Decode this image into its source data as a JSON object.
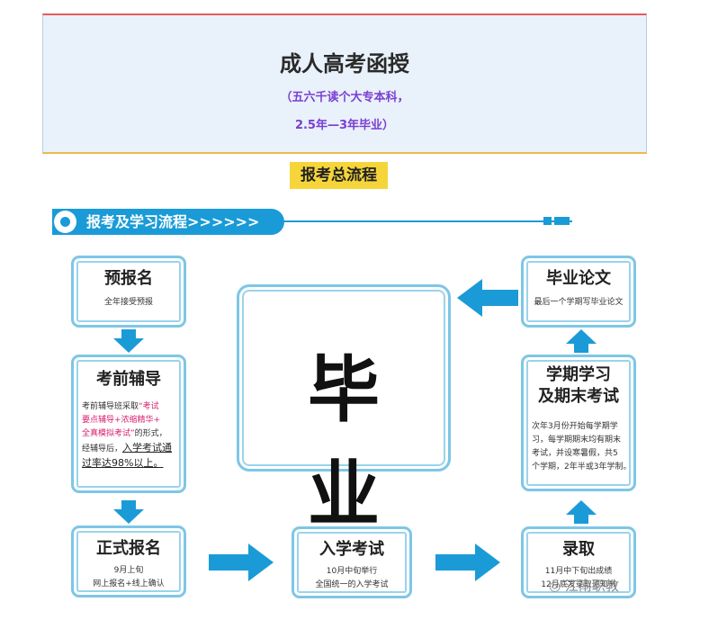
{
  "header": {
    "title": "成人高考函授",
    "subtitle_line1": "（五六千读个大专本科，",
    "subtitle_line2": "2.5年—3年毕业）"
  },
  "section_title": "报考总流程",
  "banner": {
    "text": "报考及学习流程>>>>>>"
  },
  "steps": {
    "pre": {
      "title": "预报名",
      "desc": "全年接受预报"
    },
    "guide": {
      "title": "考前辅导",
      "desc_prefix": "考前辅导班采取",
      "desc_highlight1": "“考试",
      "desc_highlight2": "要点辅导+浓缩精华+",
      "desc_highlight3": "全真模拟考试”",
      "desc_suffix": "的形式，",
      "desc_line5": "经辅导后，",
      "desc_underline1": "入学考试通",
      "desc_underline2": "过率达98%以上。"
    },
    "register": {
      "title": "正式报名",
      "line1": "9月上旬",
      "line2": "网上报名+线上确认"
    },
    "exam": {
      "title": "入学考试",
      "line1": "10月中旬举行",
      "line2": "全国统一的入学考试"
    },
    "admit": {
      "title": "录取",
      "line1": "11月中下旬出成绩",
      "line2": "12月底发录取通知书"
    },
    "term": {
      "title_line1": "学期学习",
      "title_line2": "及期末考试",
      "line1": "次年3月份开始每学期学",
      "line2": "习，每学期期末均有期末",
      "line3": "考试，并设寒暑假，共5",
      "line4": "个学期，2年半或3年学制。"
    },
    "thesis": {
      "title": "毕业论文",
      "desc": "最后一个学期写毕业论文"
    },
    "graduate": {
      "title": "毕业"
    }
  },
  "watermark": "江南职教",
  "colors": {
    "accent": "#1a9bd7",
    "box_border": "#7ec6e6",
    "highlight": "#d81e6e",
    "section_bg": "#f6d53a"
  }
}
